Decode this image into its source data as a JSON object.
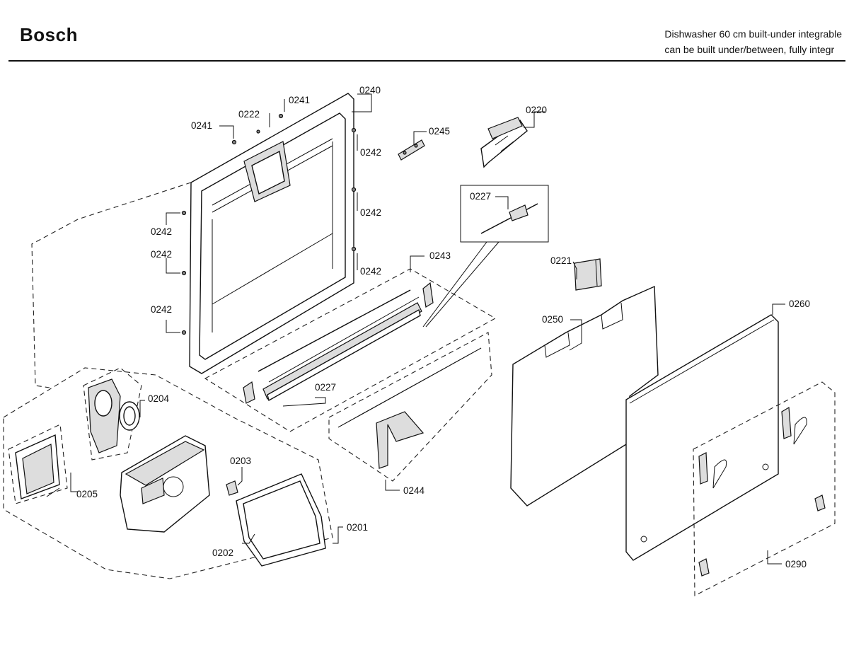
{
  "header": {
    "brand": "Bosch",
    "description_line1": "Dishwasher 60 cm built-under integrable",
    "description_line2": "can be built under/between, fully integr"
  },
  "callouts": {
    "c0240": "0240",
    "c0241a": "0241",
    "c0241b": "0241",
    "c0222": "0222",
    "c0220": "0220",
    "c0245": "0245",
    "c0242a": "0242",
    "c0242b": "0242",
    "c0242c": "0242",
    "c0242d": "0242",
    "c0242e": "0242",
    "c0242f": "0242",
    "c0227a": "0227",
    "c0227b": "0227",
    "c0243": "0243",
    "c0221": "0221",
    "c0250": "0250",
    "c0260": "0260",
    "c0204": "0204",
    "c0205": "0205",
    "c0203": "0203",
    "c0202": "0202",
    "c0201": "0201",
    "c0244": "0244",
    "c0290": "0290"
  }
}
